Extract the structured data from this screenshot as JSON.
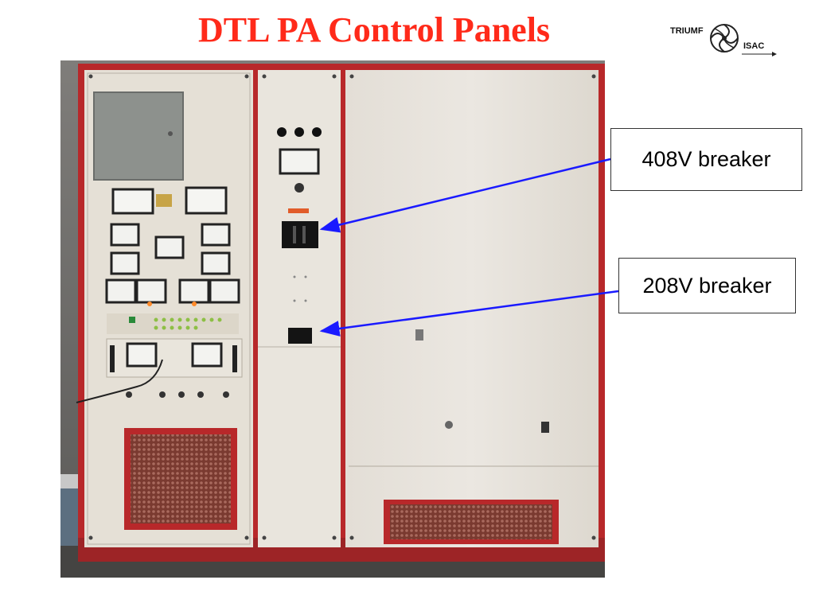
{
  "slide": {
    "title": "DTL PA Control Panels",
    "accent_color": "#ff2a1a"
  },
  "logo": {
    "word_left": "TRIUMF",
    "word_right": "ISAC",
    "icon": "triumf-isac-emblem"
  },
  "photo": {
    "icon": "equipment-photo"
  },
  "callouts": [
    {
      "label": "408V breaker",
      "arrow_color": "#1a1aff"
    },
    {
      "label": "208V breaker",
      "arrow_color": "#1a1aff"
    }
  ]
}
